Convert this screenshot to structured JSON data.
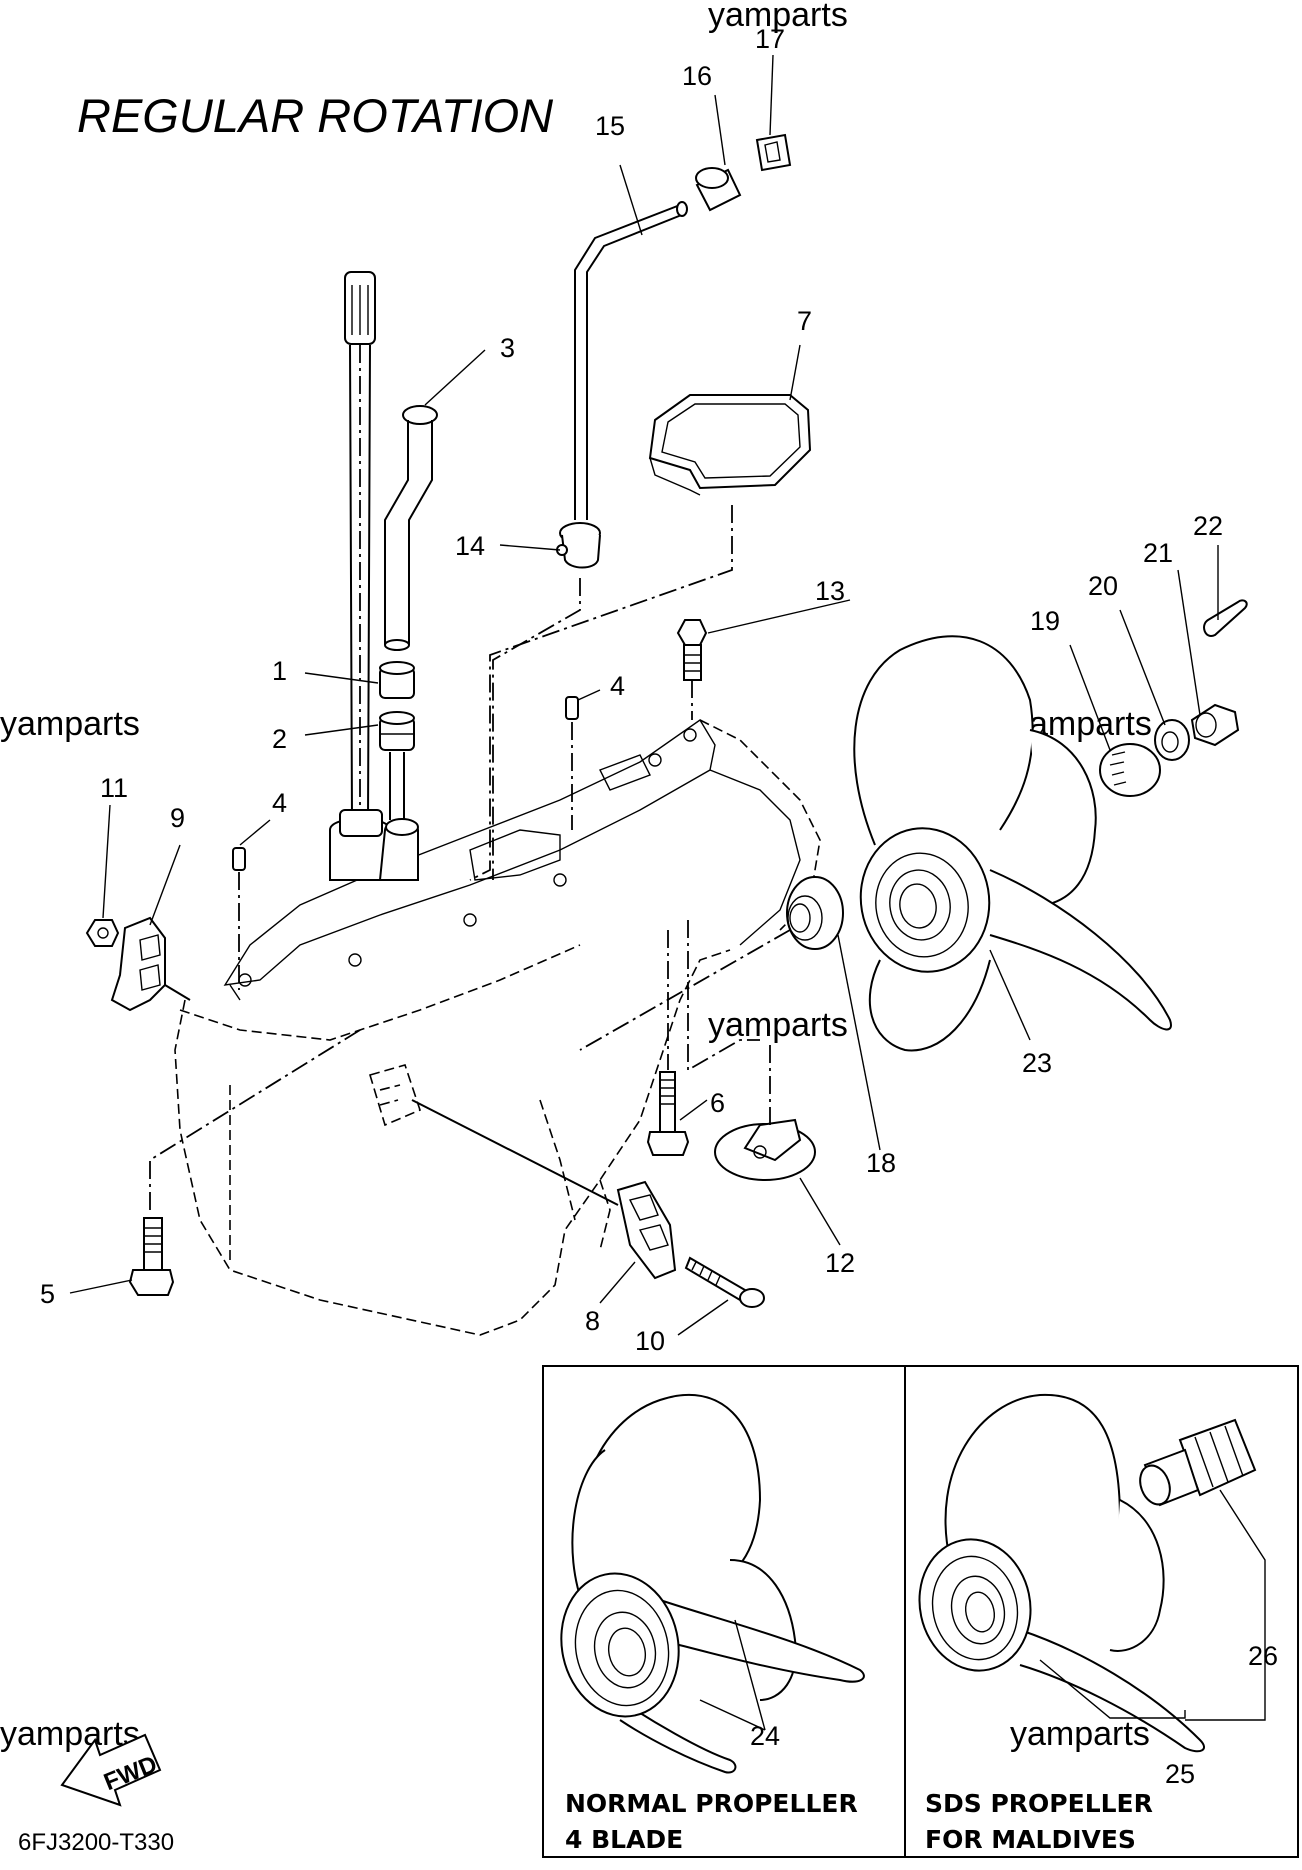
{
  "title": "REGULAR ROTATION",
  "watermark": "yamparts",
  "drawing_code": "6FJ3200-T330",
  "fwd_label": "FWD",
  "callouts": [
    "1",
    "2",
    "3",
    "4",
    "4",
    "5",
    "6",
    "7",
    "8",
    "9",
    "10",
    "11",
    "12",
    "13",
    "14",
    "15",
    "16",
    "17",
    "18",
    "19",
    "20",
    "21",
    "22",
    "23",
    "24",
    "25",
    "26"
  ],
  "panels": {
    "normal": {
      "line1": "NORMAL PROPELLER",
      "line2": "4 BLADE"
    },
    "sds": {
      "line1": "SDS PROPELLER",
      "line2": "FOR MALDIVES"
    }
  }
}
